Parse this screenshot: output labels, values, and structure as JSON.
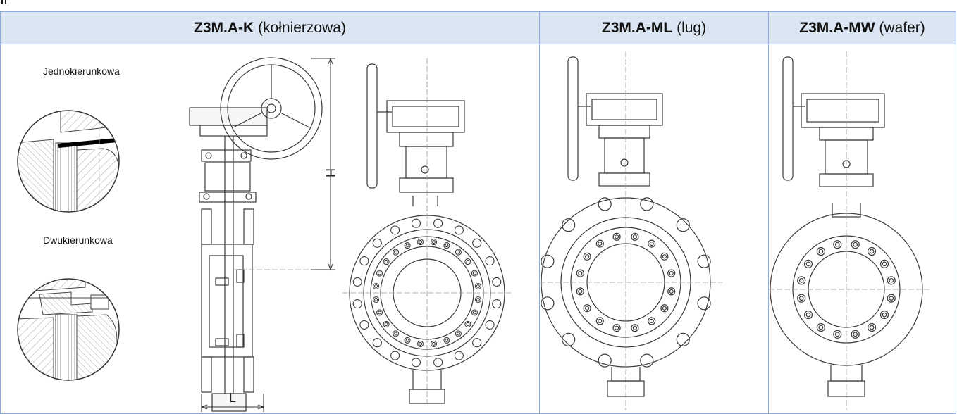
{
  "columns": [
    {
      "code": "Z3M.A-K",
      "desc": "(kołnierzowa)"
    },
    {
      "code": "Z3M.A-ML",
      "desc": "(lug)"
    },
    {
      "code": "Z3M.A-MW",
      "desc": "(wafer)"
    }
  ],
  "details": {
    "one_way": "Jednokierunkowa",
    "two_way": "Dwukierunkowa"
  },
  "dimensions": {
    "height": "H",
    "length": "L"
  },
  "colors": {
    "header_bg": "#dce6f2",
    "border": "#8eaadb",
    "line": "#3a3a3a"
  }
}
